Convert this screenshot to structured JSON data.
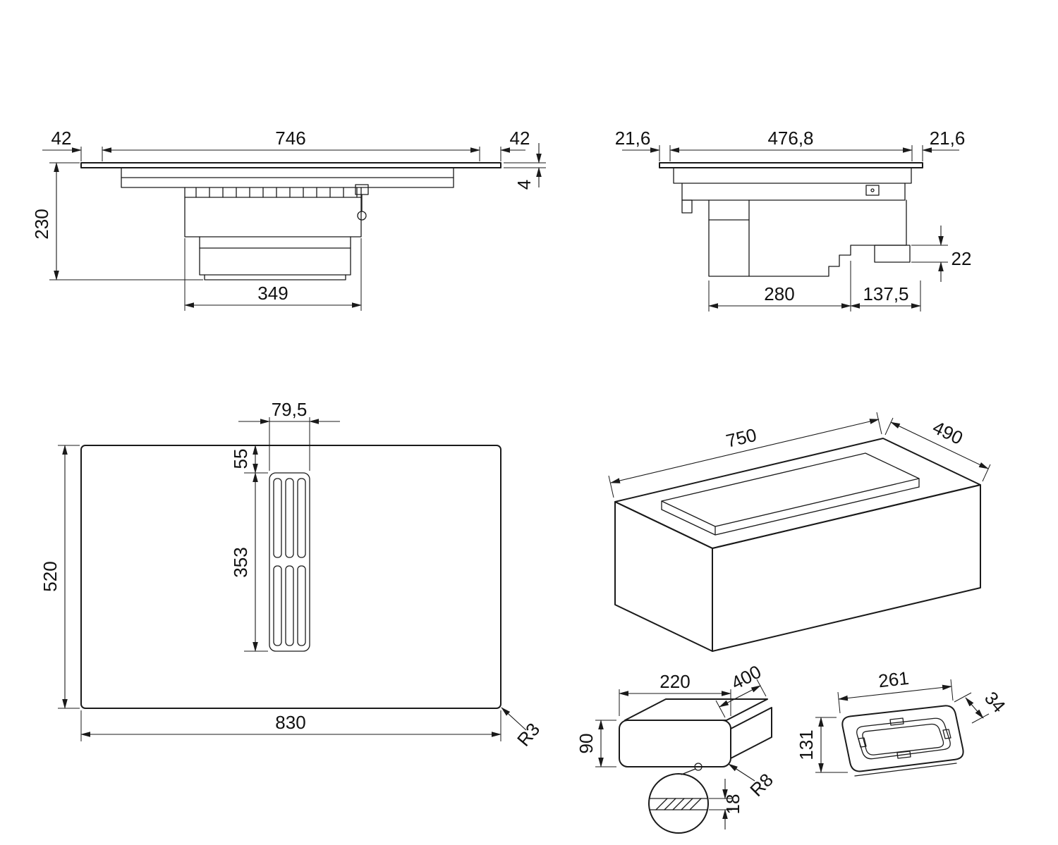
{
  "views": {
    "front": {
      "overhang_left": "42",
      "width_top": "746",
      "overhang_right": "42",
      "glass_thickness": "4",
      "height": "230",
      "motor_width": "349"
    },
    "side": {
      "overhang_left": "21,6",
      "width_top": "476,8",
      "overhang_right": "21,6",
      "flange_height": "22",
      "box_depth": "280",
      "rear_offset": "137,5"
    },
    "plan": {
      "grille_width": "79,5",
      "grille_top_offset": "55",
      "grille_length": "353",
      "depth": "520",
      "width": "830",
      "corner_radius": "R3"
    },
    "cutout": {
      "width": "750",
      "depth": "490"
    },
    "duct": {
      "width": "220",
      "length": "400",
      "height": "90",
      "corner_radius": "R8",
      "wall_thickness": "18"
    },
    "flange": {
      "width": "261",
      "depth": "34",
      "height": "131"
    }
  }
}
